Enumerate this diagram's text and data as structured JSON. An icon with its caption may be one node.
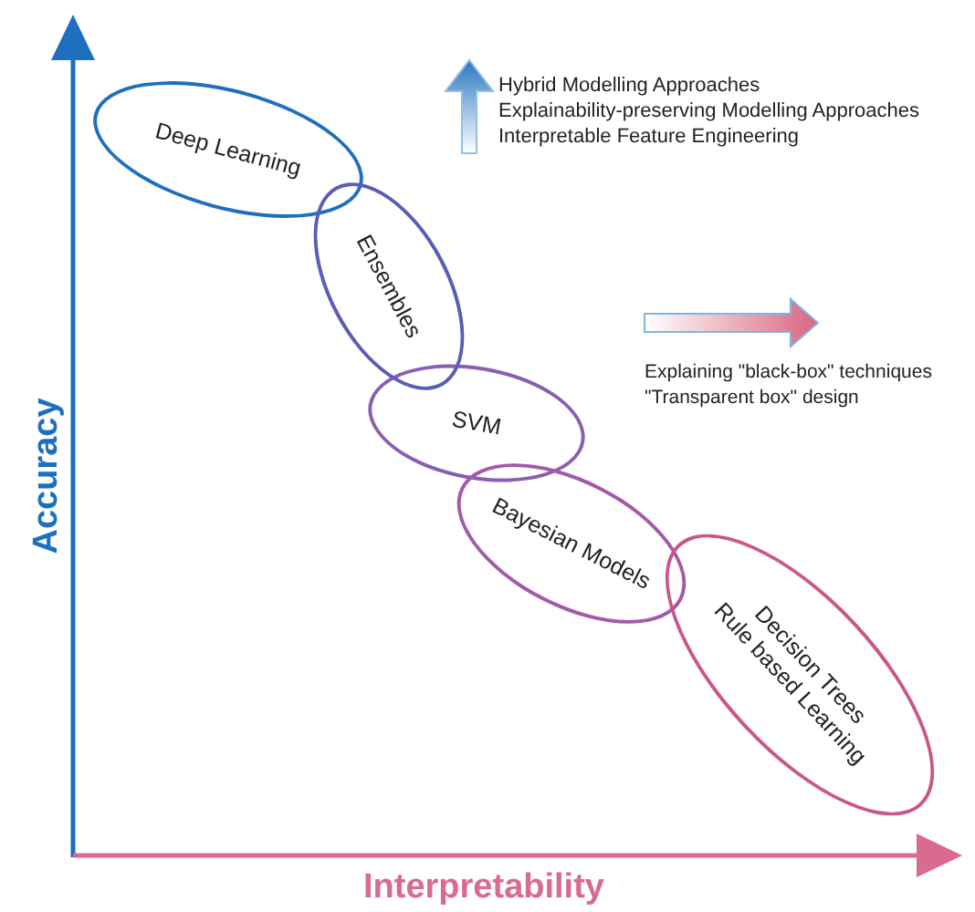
{
  "diagram": {
    "nodes": [
      {
        "text": [
          "Deep Learning"
        ]
      },
      {
        "text": [
          "Ensembles"
        ]
      },
      {
        "text": [
          "SVM"
        ]
      },
      {
        "text": [
          "Bayesian Models"
        ]
      },
      {
        "text": [
          "Decision Trees",
          "Rule based Learning"
        ]
      }
    ],
    "labels": [
      "Hybrid Modelling Approaches",
      "Explainability-preserving Modelling Approaches",
      "Interpretable Feature Engineering",
      "Explaining \"black-box\" techniques",
      "\"Transparent box\" design",
      "Accuracy",
      "Interpretability"
    ]
  }
}
